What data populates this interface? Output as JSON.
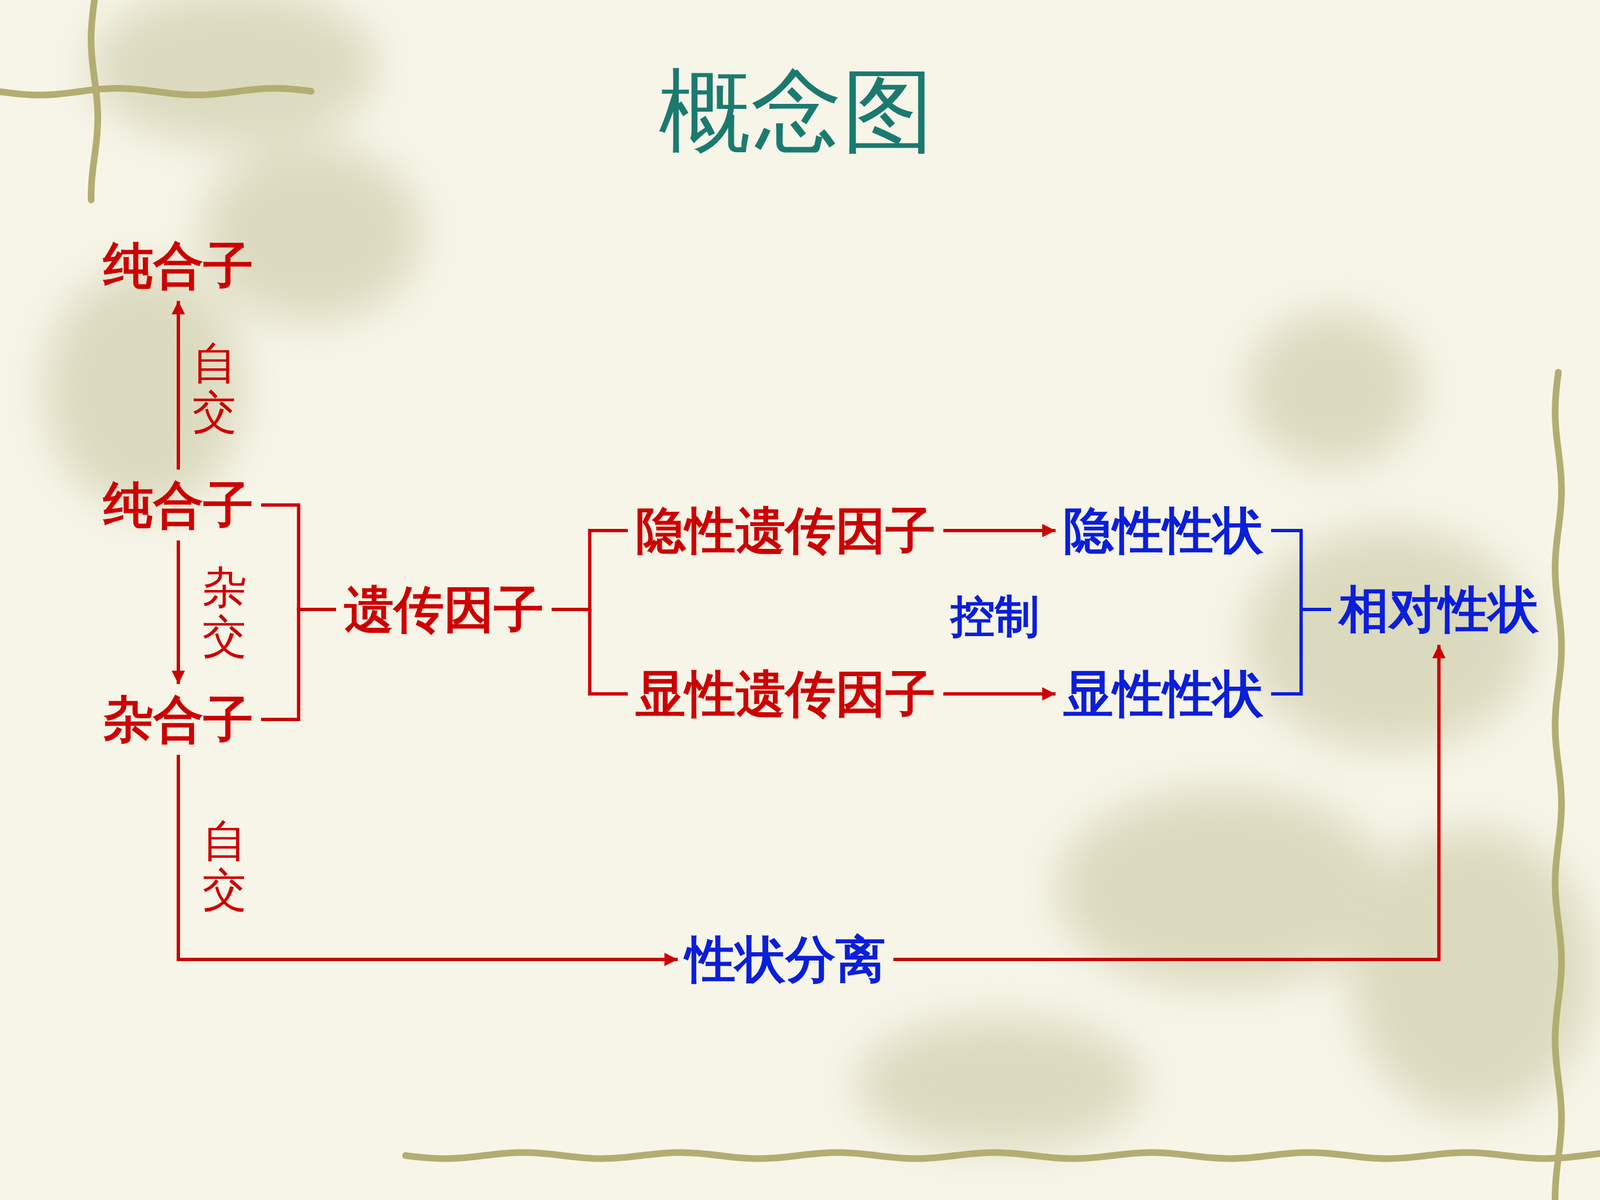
{
  "diagram": {
    "title": "概念图",
    "nodes": [
      {
        "text": [
          "纯合子"
        ]
      },
      {
        "text": [
          "纯合子"
        ]
      },
      {
        "text": [
          "杂合子"
        ]
      },
      {
        "text": [
          "遗传因子"
        ]
      },
      {
        "text": [
          "隐性遗传因子"
        ]
      },
      {
        "text": [
          "显性遗传因子"
        ]
      },
      {
        "text": [
          "隐性性状"
        ]
      },
      {
        "text": [
          "显性性状"
        ]
      },
      {
        "text": [
          "相对性状"
        ]
      },
      {
        "text": [
          "性状分离"
        ]
      }
    ],
    "edges": [
      {
        "from": 1,
        "to": 0,
        "label": "自交",
        "arrow": "to"
      },
      {
        "from": 1,
        "to": 2,
        "label": "杂交",
        "arrow": "to"
      },
      {
        "from": 2,
        "to": 9,
        "label": "自交",
        "arrow": "to"
      },
      {
        "from": 9,
        "to": 8,
        "arrow": "to"
      },
      {
        "from": 4,
        "to": 6,
        "arrow": "to"
      },
      {
        "from": 5,
        "to": 7,
        "arrow": "to"
      },
      {
        "from": 1,
        "to": 3,
        "arrow": "none"
      },
      {
        "from": 2,
        "to": 3,
        "arrow": "none"
      },
      {
        "from": 3,
        "to": 4,
        "arrow": "none"
      },
      {
        "from": 3,
        "to": 5,
        "arrow": "none"
      },
      {
        "from": 6,
        "to": 8,
        "arrow": "none"
      },
      {
        "from": 7,
        "to": 8,
        "arrow": "none"
      }
    ],
    "labels": [
      "控制"
    ]
  }
}
